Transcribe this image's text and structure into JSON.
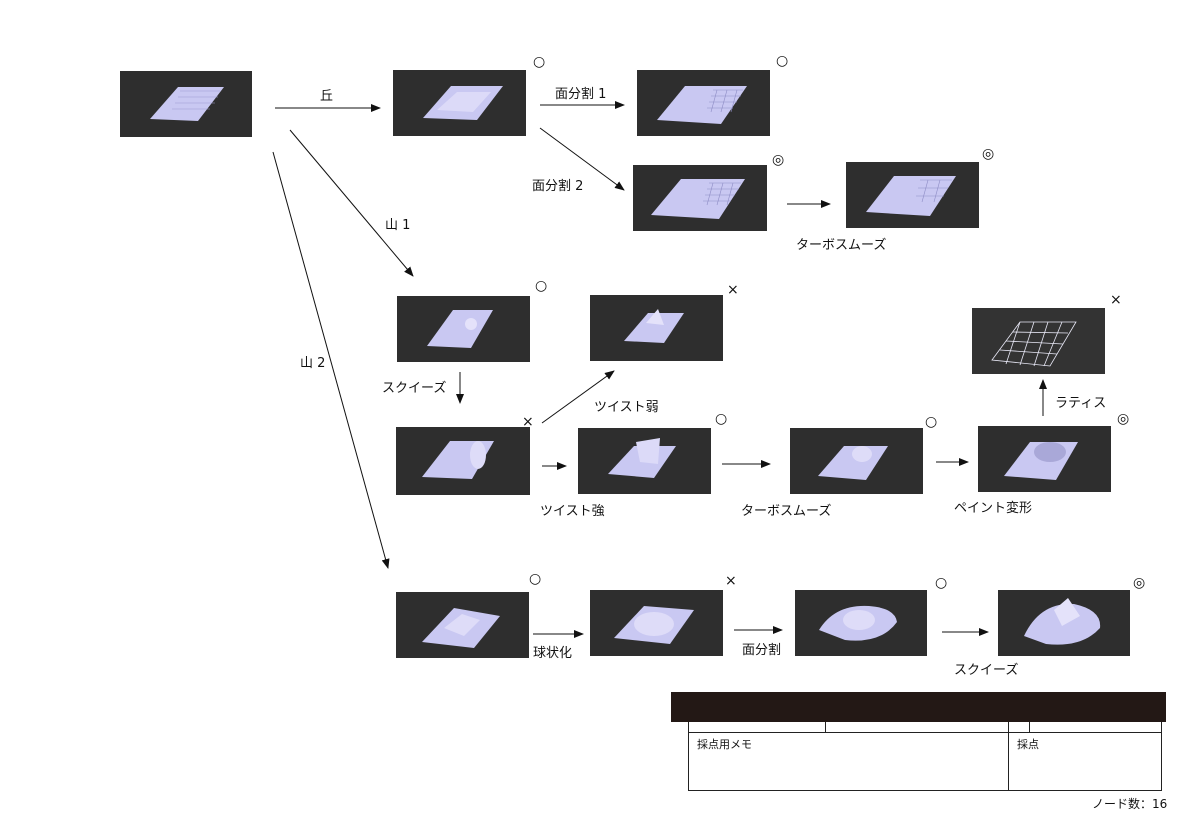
{
  "nodes": [
    {
      "id": "n0",
      "mark": ""
    },
    {
      "id": "n1",
      "mark": "○"
    },
    {
      "id": "n2",
      "mark": "○"
    },
    {
      "id": "n3",
      "mark": "◎"
    },
    {
      "id": "n4",
      "mark": "◎"
    },
    {
      "id": "n5",
      "mark": "○"
    },
    {
      "id": "n6",
      "mark": "×"
    },
    {
      "id": "n7",
      "mark": "×"
    },
    {
      "id": "n8",
      "mark": "○"
    },
    {
      "id": "n9",
      "mark": "○"
    },
    {
      "id": "n10",
      "mark": "◎"
    },
    {
      "id": "n11",
      "mark": "×"
    },
    {
      "id": "n12",
      "mark": "○"
    },
    {
      "id": "n13",
      "mark": "×"
    },
    {
      "id": "n14",
      "mark": "○"
    },
    {
      "id": "n15",
      "mark": "◎"
    }
  ],
  "edges": {
    "oka": "丘",
    "menbunkatsu1": "面分割 1",
    "menbunkatsu2": "面分割 2",
    "turbosmooth1": "ターボスムーズ",
    "yama1": "山 1",
    "yama2": "山 2",
    "squeeze1": "スクイーズ",
    "twist_weak": "ツイスト弱",
    "twist_strong": "ツイスト強",
    "turbosmooth2": "ターボスムーズ",
    "paint_deform": "ペイント変形",
    "lattice": "ラティス",
    "spherify": "球状化",
    "menbunkatsu3": "面分割",
    "squeeze2": "スクイーズ"
  },
  "score_table": {
    "memo_label": "採点用メモ",
    "score_label": "採点"
  },
  "node_count": "ノード数：16"
}
